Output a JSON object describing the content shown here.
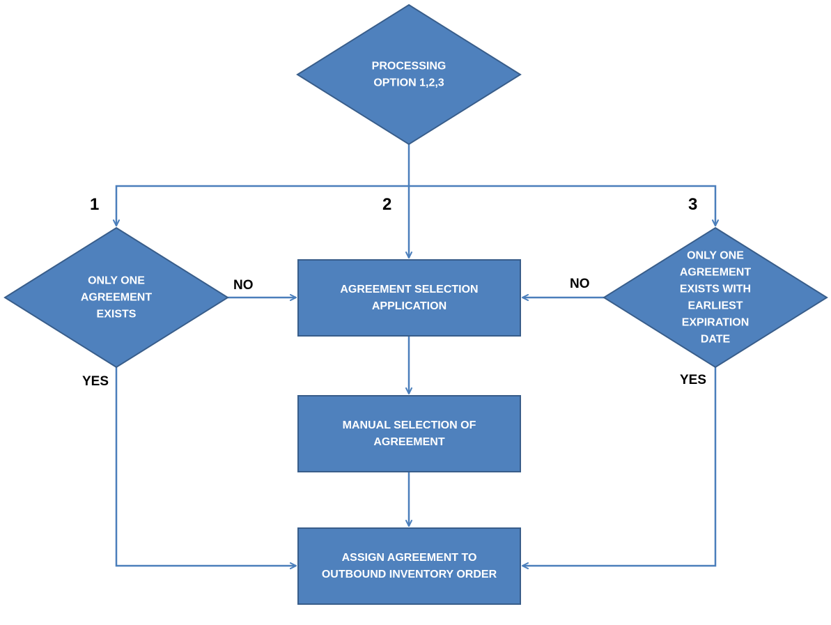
{
  "colors": {
    "shape_fill": "#4F81BD",
    "shape_border": "#385D8A",
    "connector": "#4A7EBB",
    "shape_text": "#FFFFFF",
    "label_text": "#000000"
  },
  "nodes": {
    "processing_option": {
      "shape": "diamond",
      "lines": [
        "PROCESSING",
        "OPTION 1,2,3"
      ]
    },
    "only_one_agreement": {
      "shape": "diamond",
      "lines": [
        "ONLY ONE",
        "AGREEMENT",
        "EXISTS"
      ]
    },
    "earliest_expiration": {
      "shape": "diamond",
      "lines": [
        "ONLY ONE",
        "AGREEMENT",
        "EXISTS WITH",
        "EARLIEST",
        "EXPIRATION",
        "DATE"
      ]
    },
    "agreement_selection_application": {
      "shape": "rectangle",
      "lines": [
        "AGREEMENT SELECTION",
        "APPLICATION"
      ]
    },
    "manual_selection": {
      "shape": "rectangle",
      "lines": [
        "MANUAL  SELECTION OF",
        "AGREEMENT"
      ]
    },
    "assign_agreement": {
      "shape": "rectangle",
      "lines": [
        "ASSIGN AGREEMENT TO",
        "OUTBOUND INVENTORY ORDER"
      ]
    }
  },
  "labels": {
    "branch_1": "1",
    "branch_2": "2",
    "branch_3": "3",
    "left_no": "NO",
    "right_no": "NO",
    "left_yes": "YES",
    "right_yes": "YES"
  }
}
